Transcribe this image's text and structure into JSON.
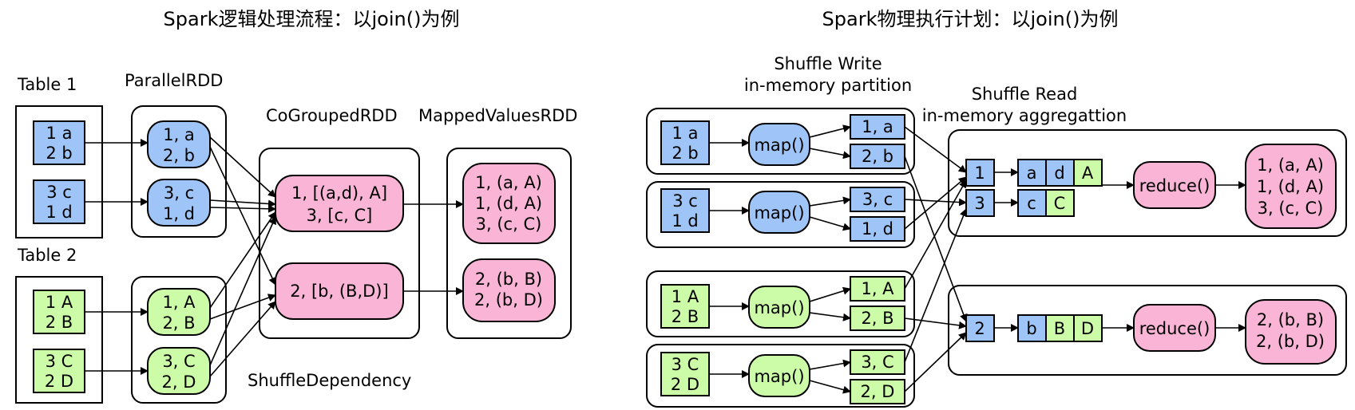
{
  "left": {
    "title": "Spark逻辑处理流程：以join()为例",
    "labels": {
      "table1": "Table 1",
      "table2": "Table 2",
      "parallel": "ParallelRDD",
      "cogrouped": "CoGroupedRDD",
      "mapped": "MappedValuesRDD",
      "shuffle_dep": "ShuffleDependency"
    },
    "table1": [
      [
        "1 a",
        "2 b"
      ],
      [
        "3 c",
        "1 d"
      ]
    ],
    "table2": [
      [
        "1 A",
        "2 B"
      ],
      [
        "3 C",
        "2 D"
      ]
    ],
    "parallel1": [
      [
        "1, a",
        "2, b"
      ],
      [
        "3, c",
        "1, d"
      ]
    ],
    "parallel2": [
      [
        "1, A",
        "2, B"
      ],
      [
        "3, C",
        "2, D"
      ]
    ],
    "cogrouped": [
      [
        "1, [(a,d), A]",
        "3, [c, C]"
      ],
      [
        "2, [b, (B,D)]"
      ]
    ],
    "mapped": [
      [
        "1, (a, A)",
        "1, (d, A)",
        "3, (c, C)"
      ],
      [
        "2, (b, B)",
        "2, (b, D)"
      ]
    ]
  },
  "right": {
    "title": "Spark物理执行计划：以join()为例",
    "labels": {
      "write1": "Shuffle Write",
      "write2": "in-memory partition",
      "read1": "Shuffle Read",
      "read2": "in-memory aggregattion"
    },
    "map_groups": [
      {
        "input": [
          "1 a",
          "2 b"
        ],
        "op": "map()",
        "out": [
          "1, a",
          "2, b"
        ],
        "color": "#9fc5f8"
      },
      {
        "input": [
          "3 c",
          "1 d"
        ],
        "op": "map()",
        "out": [
          "3, c",
          "1, d"
        ],
        "color": "#9fc5f8"
      },
      {
        "input": [
          "1 A",
          "2 B"
        ],
        "op": "map()",
        "out": [
          "1, A",
          "2, B"
        ],
        "color": "#cdfca8"
      },
      {
        "input": [
          "3 C",
          "2 D"
        ],
        "op": "map()",
        "out": [
          "3, C",
          "2, D"
        ],
        "color": "#cdfca8"
      }
    ],
    "reduce_top": {
      "keys": [
        "1",
        "3"
      ],
      "row1": [
        "a",
        "d",
        "A"
      ],
      "row2": [
        "c",
        "C"
      ],
      "op": "reduce()",
      "out": [
        "1, (a, A)",
        "1, (d, A)",
        "3, (c, C)"
      ]
    },
    "reduce_bottom": {
      "key": "2",
      "row": [
        "b",
        "B",
        "D"
      ],
      "op": "reduce()",
      "out": [
        "2, (b, B)",
        "2, (b, D)"
      ]
    }
  }
}
